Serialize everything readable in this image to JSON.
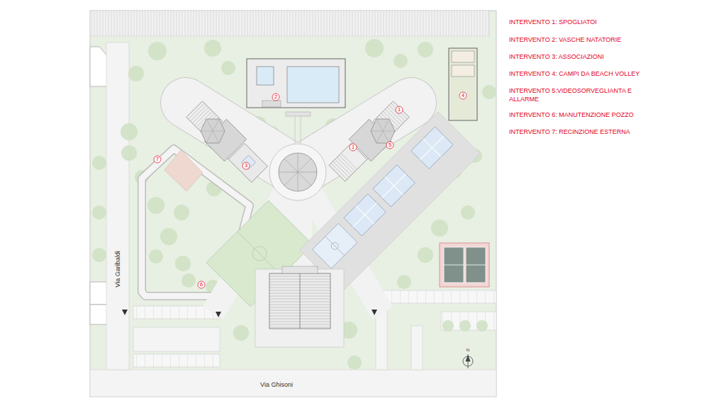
{
  "diagram": {
    "labels": [
      "INTERVENTO 1: SPOGLIATOI",
      "INTERVENTO 2: VASCHE NATATORIE",
      "INTERVENTO 3: ASSOCIAZIONI",
      "INTERVENTO 4: CAMPI DA BEACH VOLLEY",
      "INTERVENTO 5:VIDEOSORVEGLIANTA E ALLARME",
      "INTERVENTO 6: MANUTENZIONE POZZO",
      "INTERVENTO 7: RECINZIONE ESTERNA",
      "2",
      "4",
      "1",
      "5",
      "1",
      "3",
      "7",
      "6",
      "Via Garibaldi",
      "N",
      "Via Ghisoni"
    ]
  }
}
